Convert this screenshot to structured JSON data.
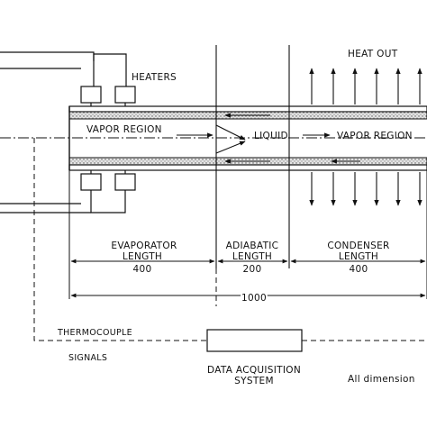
{
  "labels": {
    "heaters": "HEATERS",
    "heat_out": "HEAT OUT",
    "vapor_region_left": "VAPOR REGION",
    "liquid": "LIQUID",
    "vapor_region_right": "VAPOR REGION",
    "evaporator_title": "EVAPORATOR",
    "evaporator_sub": "LENGTH",
    "evaporator_value": "400",
    "adiabatic_title": "ADIABATIC",
    "adiabatic_sub": "LENGTH",
    "adiabatic_value": "200",
    "condenser_title": "CONDENSER",
    "condenser_sub": "LENGTH",
    "condenser_value": "400",
    "total_length": "1000",
    "thermocouple": "THERMOCOUPLE",
    "signals": "SIGNALS",
    "daq_line1": "DATA ACQUISITION",
    "daq_line2": "SYSTEM",
    "dimensions_note": "All dimension"
  },
  "colors": {
    "line": "#111111",
    "wall_fill": "#d9d9d9",
    "background": "#ffffff"
  }
}
